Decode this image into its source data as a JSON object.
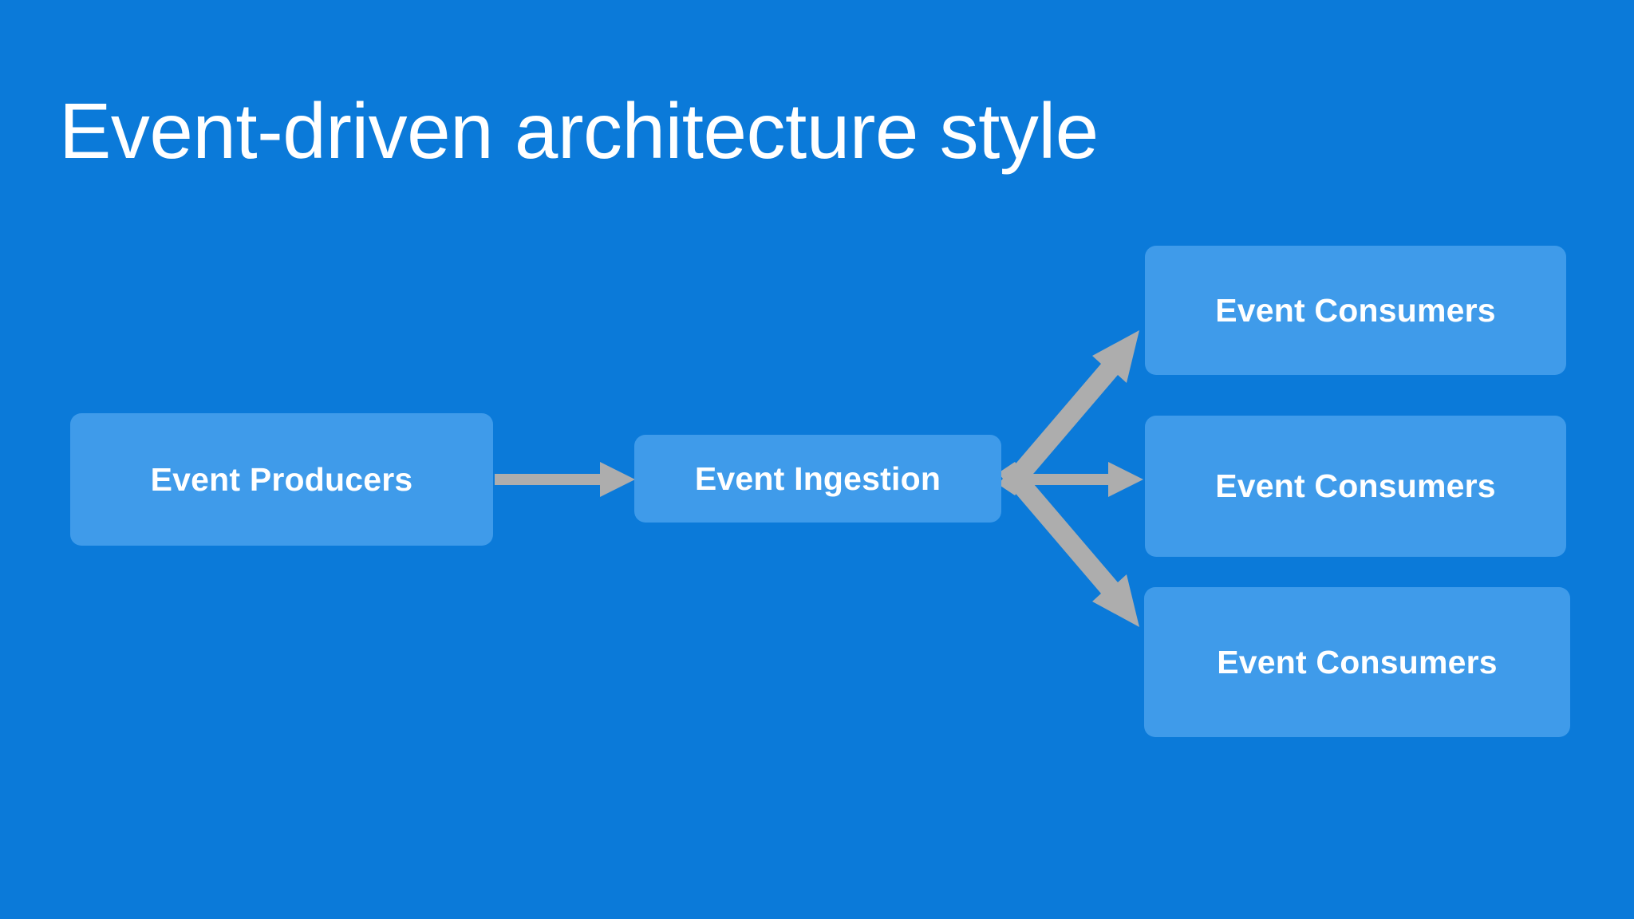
{
  "slide": {
    "title": "Event-driven architecture style",
    "background_color": "#0b7ad9"
  },
  "theme": {
    "background": "#0b7ad9",
    "node_fill": "#3f9bea",
    "node_text": "#ffffff",
    "arrow_color": "#adadad",
    "title_color": "#ffffff"
  },
  "diagram": {
    "type": "flow",
    "nodes": [
      {
        "id": "producers",
        "label": "Event Producers",
        "role": "source"
      },
      {
        "id": "ingestion",
        "label": "Event Ingestion",
        "role": "broker"
      },
      {
        "id": "consumer-1",
        "label": "Event Consumers",
        "role": "sink"
      },
      {
        "id": "consumer-2",
        "label": "Event Consumers",
        "role": "sink"
      },
      {
        "id": "consumer-3",
        "label": "Event Consumers",
        "role": "sink"
      }
    ],
    "edges": [
      {
        "id": "edge-producers-ingestion",
        "from": "producers",
        "to": "ingestion",
        "style": "straight-arrow"
      },
      {
        "id": "edge-ingestion-consumer-1",
        "from": "ingestion",
        "to": "consumer-1",
        "style": "diagonal-arrow-up"
      },
      {
        "id": "edge-ingestion-consumer-2",
        "from": "ingestion",
        "to": "consumer-2",
        "style": "straight-arrow"
      },
      {
        "id": "edge-ingestion-consumer-3",
        "from": "ingestion",
        "to": "consumer-3",
        "style": "diagonal-arrow-down"
      }
    ]
  }
}
